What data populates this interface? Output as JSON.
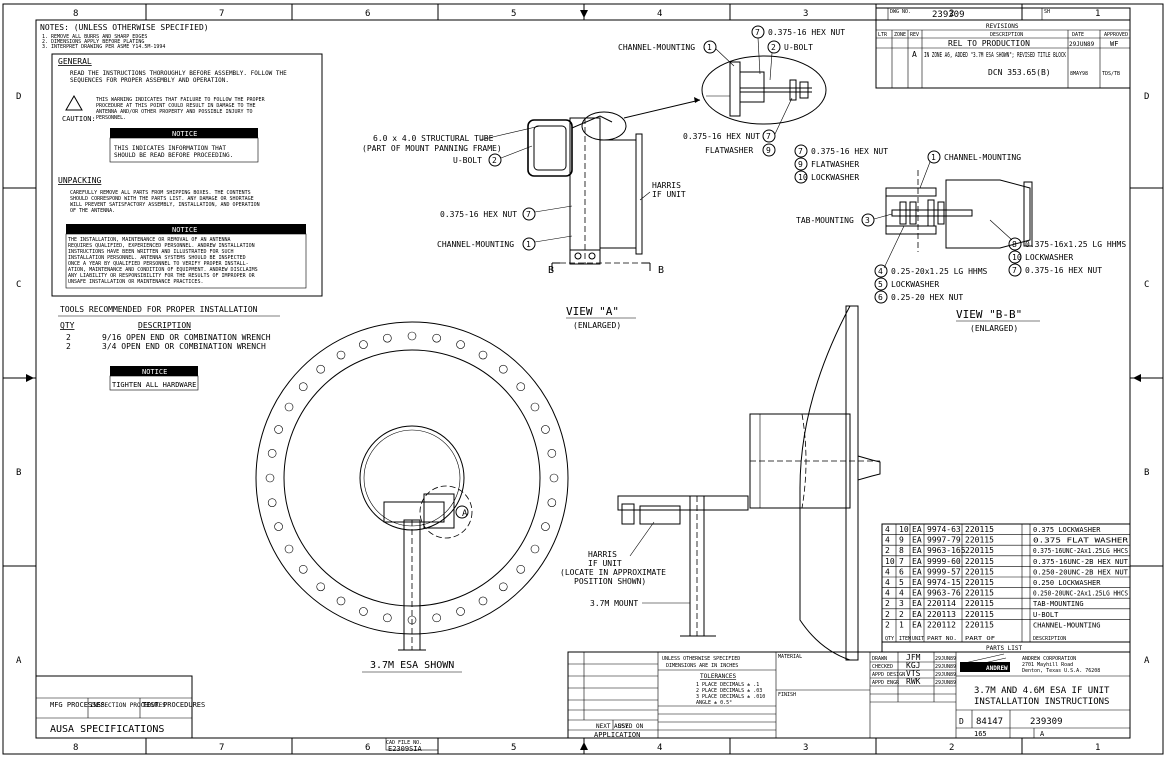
{
  "zones": {
    "columns": [
      "8",
      "7",
      "6",
      "5",
      "4",
      "3",
      "2",
      "1"
    ],
    "rows": [
      "D",
      "C",
      "B",
      "A"
    ]
  },
  "notes": {
    "header": "NOTES: (UNLESS OTHERWISE SPECIFIED)",
    "lines": [
      "1. REMOVE ALL BURRS AND SHARP EDGES",
      "2. DIMENSIONS APPLY BEFORE PLATING",
      "3. INTERPRET DRAWING PER ASME Y14.5M-1994"
    ]
  },
  "general": {
    "heading": "GENERAL",
    "text": [
      "READ THE INSTRUCTIONS THOROUGHLY BEFORE ASSEMBLY. FOLLOW THE",
      "SEQUENCES FOR PROPER ASSEMBLY AND OPERATION."
    ],
    "caution_label": "CAUTION:",
    "caution_text": [
      "THIS WARNING INDICATES THAT FAILURE TO FOLLOW THE PROPER",
      "PROCEDURE AT THIS POINT COULD RESULT IN DAMAGE TO THE",
      "ANTENNA AND/OR OTHER PROPERTY AND POSSIBLE INJURY TO",
      "PERSONNEL."
    ],
    "notice_label": "NOTICE",
    "notice_text": [
      "THIS INDICATES INFORMATION THAT",
      "SHOULD BE READ BEFORE PROCEEDING."
    ]
  },
  "unpacking": {
    "heading": "UNPACKING",
    "text": [
      "CAREFULLY REMOVE ALL PARTS FROM SHIPPING BOXES. THE CONTENTS",
      "SHOULD CORRESPOND WITH THE PARTS LIST. ANY DAMAGE OR SHORTAGE",
      "WILL PREVENT SATISFACTORY ASSEMBLY, INSTALLATION, AND OPERATION",
      "OF THE ANTENNA."
    ],
    "notice_label": "NOTICE",
    "notice_text": [
      "THE INSTALLATION, MAINTENANCE OR REMOVAL OF AN ANTENNA",
      "REQUIRES QUALIFIED, EXPERIENCED PERSONNEL. ANDREW INSTALLATION",
      "INSTRUCTIONS HAVE BEEN WRITTEN AND ILLUSTRATED FOR SUCH",
      "INSTALLATION PERSONNEL. ANTENNA SYSTEMS SHOULD BE INSPECTED",
      "ONCE A YEAR BY QUALIFIED PERSONNEL TO VERIFY PROPER INSTALL-",
      "ATION, MAINTENANCE AND CONDITION OF EQUIPMENT. ANDREW DISCLAIMS",
      "ANY LIABILITY OR RESPONSIBILITY FOR THE RESULTS OF IMPROPER OR",
      "UNSAFE INSTALLATION OR MAINTENANCE PRACTICES."
    ]
  },
  "tools": {
    "heading": "TOOLS RECOMMENDED FOR PROPER INSTALLATION",
    "qty_header": "QTY",
    "desc_header": "DESCRIPTION",
    "rows": [
      {
        "qty": "2",
        "desc": "9/16 OPEN END OR COMBINATION WRENCH"
      },
      {
        "qty": "2",
        "desc": "3/4 OPEN END OR COMBINATION WRENCH"
      }
    ],
    "notice_label": "NOTICE",
    "notice_text": "TIGHTEN ALL HARDWARE"
  },
  "view_a": {
    "title": "VIEW \"A\"",
    "subtitle": "(ENLARGED)",
    "labels": {
      "tube": "6.0 x 4.0 STRUCTURAL TUBE",
      "tube2": "(PART OF MOUNT PANNING FRAME)",
      "ubolt": "U-BOLT",
      "hexnut": "0.375-16 HEX NUT",
      "channel": "CHANNEL-MOUNTING",
      "harris": "HARRIS",
      "ifunit": "IF UNIT",
      "section_b": "B"
    },
    "callouts": {
      "ubolt": "2",
      "hexnut": "7",
      "channel": "1"
    }
  },
  "detail": {
    "channel": "CHANNEL-MOUNTING",
    "ubolt": "U-BOLT",
    "hexnut_top": "0.375-16 HEX NUT",
    "hexnut": "0.375-16 HEX NUT",
    "flatwasher": "FLATWASHER",
    "callouts": {
      "channel": "1",
      "ubolt": "2",
      "hexnut": "7",
      "flatwasher": "9"
    }
  },
  "view_bb": {
    "title": "VIEW \"B-B\"",
    "subtitle": "(ENLARGED)",
    "labels": [
      {
        "n": "7",
        "text": "0.375-16 HEX NUT"
      },
      {
        "n": "9",
        "text": "FLATWASHER"
      },
      {
        "n": "10",
        "text": "LOCKWASHER"
      }
    ],
    "channel": "CHANNEL-MOUNTING",
    "tab": "TAB-MOUNTING",
    "right_labels": [
      {
        "n": "8",
        "text": "0.375-16x1.25 LG HHMS"
      },
      {
        "n": "10",
        "text": "LOCKWASHER"
      },
      {
        "n": "7",
        "text": "0.375-16 HEX NUT"
      }
    ],
    "left_labels": [
      {
        "n": "4",
        "text": "0.25-20x1.25 LG HHMS"
      },
      {
        "n": "5",
        "text": "LOCKWASHER"
      },
      {
        "n": "6",
        "text": "0.25-20 HEX NUT"
      }
    ],
    "callouts": {
      "channel": "1",
      "tab": "3"
    }
  },
  "front_view": {
    "label": "3.7M ESA SHOWN",
    "marker": "A"
  },
  "side_view": {
    "harris": [
      "HARRIS",
      "IF UNIT",
      "(LOCATE IN APPROXIMATE",
      "POSITION SHOWN)"
    ],
    "mount": "3.7M MOUNT"
  },
  "revisions": {
    "dwg_label": "DWG NO.",
    "dwg_no": "239309",
    "sheet": "SH",
    "title": "REVISIONS",
    "headers": [
      "LTR",
      "ZONE",
      "REV",
      "DESCRIPTION",
      "DATE",
      "APPROVED"
    ],
    "rows": [
      {
        "ltr": "",
        "desc": "REL TO PRODUCTION",
        "date": "29JUN89",
        "appr": "WF"
      },
      {
        "ltr": "A",
        "desc": "IN ZONE A6, ADDED \"3.7M ESA SHOWN\"; REVISED TITLE BLOCK",
        "desc2": "DCN 353.65(B)",
        "date": "8MAY98",
        "appr": "TDS/TB"
      }
    ]
  },
  "parts_list": {
    "title": "PARTS LIST",
    "headers": [
      "QTY",
      "ITEM",
      "UNIT",
      "PART NO.",
      "PART OF",
      "DESCRIPTION"
    ],
    "rows": [
      {
        "qty": "4",
        "item": "10",
        "unit": "EA",
        "part": "9974-63",
        "of": "220115",
        "desc": "0.375 LOCKWASHER"
      },
      {
        "qty": "4",
        "item": "9",
        "unit": "EA",
        "part": "9997-79",
        "of": "220115",
        "desc": "0.375 FLAT WASHER"
      },
      {
        "qty": "2",
        "item": "8",
        "unit": "EA",
        "part": "9963-165",
        "of": "220115",
        "desc": "0.375-16UNC-2Ax1.25LG HHCS"
      },
      {
        "qty": "10",
        "item": "7",
        "unit": "EA",
        "part": "9999-60",
        "of": "220115",
        "desc": "0.375-16UNC-2B HEX NUT"
      },
      {
        "qty": "4",
        "item": "6",
        "unit": "EA",
        "part": "9999-57",
        "of": "220115",
        "desc": "0.250-20UNC-2B HEX NUT"
      },
      {
        "qty": "4",
        "item": "5",
        "unit": "EA",
        "part": "9974-15",
        "of": "220115",
        "desc": "0.250 LOCKWASHER"
      },
      {
        "qty": "4",
        "item": "4",
        "unit": "EA",
        "part": "9963-76",
        "of": "220115",
        "desc": "0.250-20UNC-2Ax1.25LG HHCS"
      },
      {
        "qty": "2",
        "item": "3",
        "unit": "EA",
        "part": "220114",
        "of": "220115",
        "desc": "TAB-MOUNTING"
      },
      {
        "qty": "2",
        "item": "2",
        "unit": "EA",
        "part": "220113",
        "of": "220115",
        "desc": "U-BOLT"
      },
      {
        "qty": "2",
        "item": "1",
        "unit": "EA",
        "part": "220112",
        "of": "220115",
        "desc": "CHANNEL-MOUNTING"
      }
    ]
  },
  "title_block": {
    "company": [
      "ANDREW CORPORATION",
      "2701 Mayhill Road",
      "Denton, Texas U.S.A. 76208"
    ],
    "logo_text": "ANDREW",
    "title_lines": [
      "3.7M AND 4.6M ESA IF UNIT",
      "INSTALLATION INSTRUCTIONS"
    ],
    "size": "D",
    "code": "84147",
    "dwg_no": "239309",
    "scale": "165",
    "rev": "A",
    "sign_rows": [
      {
        "role": "DRAWN",
        "name": "JFM",
        "date": "29JUN89"
      },
      {
        "role": "CHECKED",
        "name": "KGJ",
        "date": "29JUN89"
      },
      {
        "role": "APPD DESIGN",
        "name": "VTS",
        "date": "29JUN89"
      },
      {
        "role": "APPD ENGR",
        "name": "RWK",
        "date": "29JUN89"
      }
    ],
    "tolerances_header": [
      "UNLESS OTHERWISE SPECIFIED",
      "DIMENSIONS ARE IN INCHES"
    ],
    "tolerances": "TOLERANCES",
    "tol_lines": [
      "1 PLACE DECIMALS ± .1",
      "2 PLACE DECIMALS ± .03",
      "3 PLACE DECIMALS ± .010",
      "ANGLE ± 0.5°"
    ],
    "material": "MATERIAL",
    "finish": "FINISH",
    "next_assy": "NEXT ASSY",
    "used_on": "USED ON",
    "application": "APPLICATION",
    "cad_label": "CAD FILE NO.",
    "cad_no": "E2309SIA",
    "aus": "AUSA SPECIFICATIONS",
    "proc": [
      "MFG PROCESSES",
      "INSPECTION PROCEDURES",
      "TEST PROCEDURES"
    ]
  }
}
